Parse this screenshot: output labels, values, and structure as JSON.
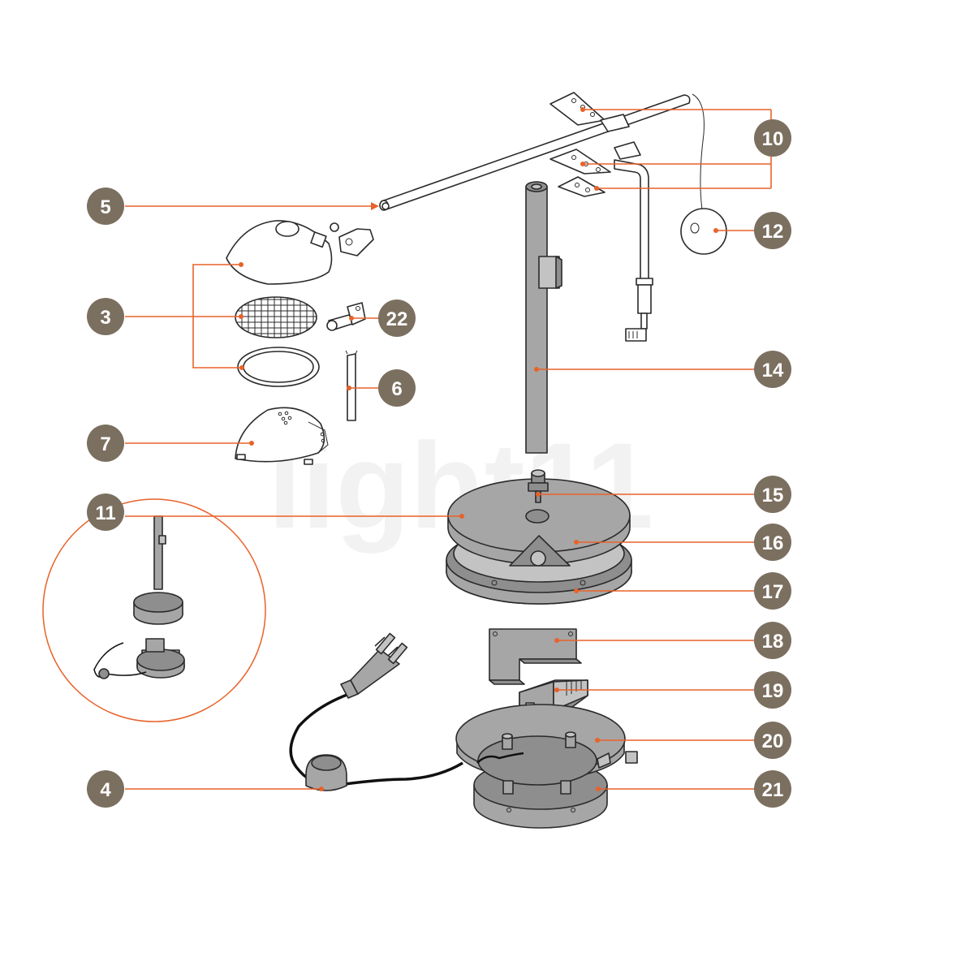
{
  "watermark": "light11",
  "callouts": [
    {
      "id": "c10",
      "label": "10"
    },
    {
      "id": "c5",
      "label": "5"
    },
    {
      "id": "c12",
      "label": "12"
    },
    {
      "id": "c3",
      "label": "3"
    },
    {
      "id": "c22",
      "label": "22"
    },
    {
      "id": "c14",
      "label": "14"
    },
    {
      "id": "c6",
      "label": "6"
    },
    {
      "id": "c7",
      "label": "7"
    },
    {
      "id": "c15",
      "label": "15"
    },
    {
      "id": "c11",
      "label": "11"
    },
    {
      "id": "c16",
      "label": "16"
    },
    {
      "id": "c17",
      "label": "17"
    },
    {
      "id": "c18",
      "label": "18"
    },
    {
      "id": "c19",
      "label": "19"
    },
    {
      "id": "c20",
      "label": "20"
    },
    {
      "id": "c4",
      "label": "4"
    },
    {
      "id": "c21",
      "label": "21"
    }
  ],
  "colors": {
    "accent": "#e8622a",
    "badge": "#7b6f60",
    "part_grey": "#a6a6a6",
    "watermark": "#f2f2f2"
  }
}
